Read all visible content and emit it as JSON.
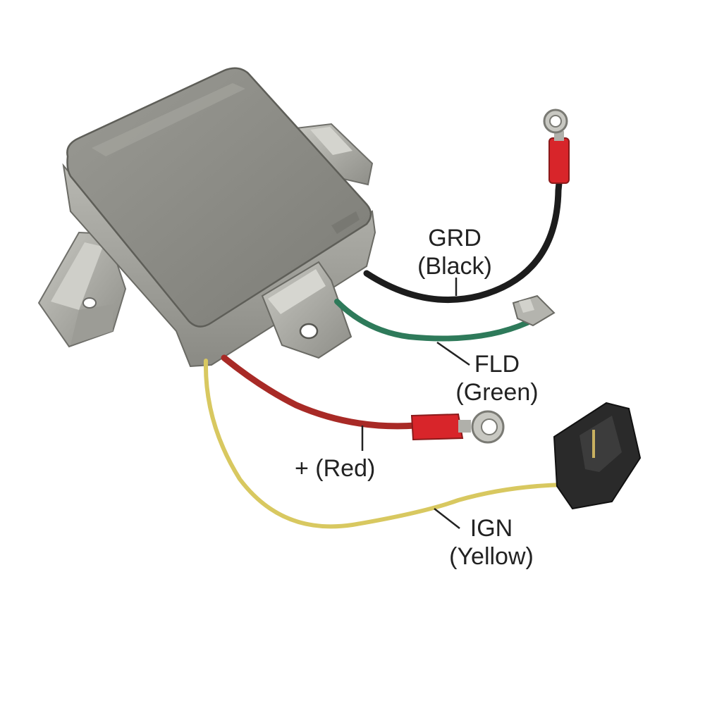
{
  "labels": {
    "grd": {
      "name": "GRD",
      "color": "(Black)"
    },
    "fld": {
      "name": "FLD",
      "color": "(Green)"
    },
    "positive": {
      "text": "+ (Red)"
    },
    "ign": {
      "name": "IGN",
      "color": "(Yellow)"
    }
  },
  "colors": {
    "housing": "#8e8e88",
    "wire_black": "#1c1c1c",
    "wire_green": "#2e7a5a",
    "wire_red": "#a82a26",
    "wire_yellow": "#d8c860",
    "crimp_red": "#d8252a",
    "connector_black": "#2a2a2a"
  }
}
